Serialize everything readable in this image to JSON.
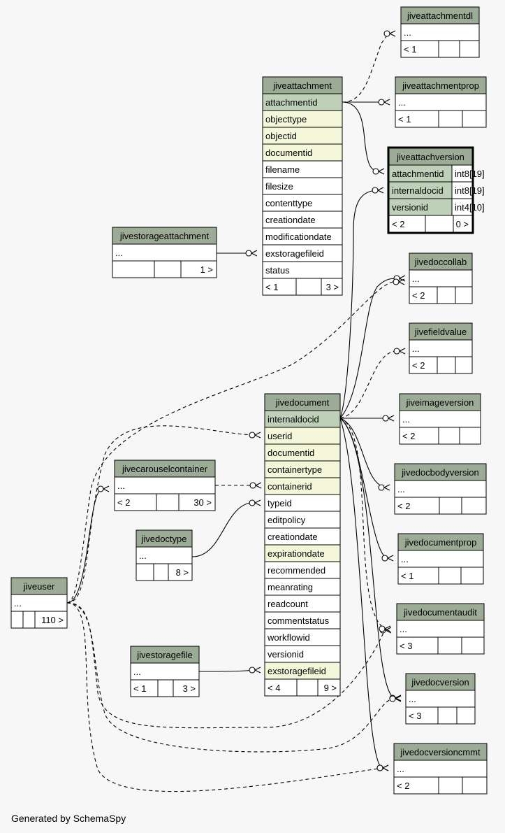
{
  "colors": {
    "background": "#f7f7f7",
    "header": "#9bab96",
    "key": "#bed1b8",
    "foreign": "#f4f7da",
    "plain": "#ffffff",
    "border": "#000000"
  },
  "focus_table": "jiveattachversion",
  "tables": [
    {
      "id": "jiveattachmentdl",
      "name": "jiveattachmentdl",
      "rows": [
        {
          "name": "...",
          "type": "plain"
        }
      ],
      "footer": [
        "< 1",
        "",
        ""
      ]
    },
    {
      "id": "jiveattachmentprop",
      "name": "jiveattachmentprop",
      "rows": [
        {
          "name": "...",
          "type": "plain"
        }
      ],
      "footer": [
        "< 1",
        "",
        ""
      ]
    },
    {
      "id": "jiveattachment",
      "name": "jiveattachment",
      "rows": [
        {
          "name": "attachmentid",
          "type": "key"
        },
        {
          "name": "objecttype",
          "type": "foreign"
        },
        {
          "name": "objectid",
          "type": "foreign"
        },
        {
          "name": "documentid",
          "type": "foreign"
        },
        {
          "name": "filename",
          "type": "plain"
        },
        {
          "name": "filesize",
          "type": "plain"
        },
        {
          "name": "contenttype",
          "type": "plain"
        },
        {
          "name": "creationdate",
          "type": "plain"
        },
        {
          "name": "modificationdate",
          "type": "plain"
        },
        {
          "name": "exstoragefileid",
          "type": "plain"
        },
        {
          "name": "status",
          "type": "plain"
        }
      ],
      "footer": [
        "< 1",
        "",
        "3 >"
      ]
    },
    {
      "id": "jiveattachversion",
      "name": "jiveattachversion",
      "rows": [
        {
          "name": "attachmentid",
          "type": "key",
          "datatype": "int8[19]"
        },
        {
          "name": "internaldocid",
          "type": "key",
          "datatype": "int8[19]"
        },
        {
          "name": "versionid",
          "type": "key",
          "datatype": "int4[10]"
        }
      ],
      "footer": [
        "< 2",
        "",
        "0 >"
      ]
    },
    {
      "id": "jivestorageattachment",
      "name": "jivestorageattachment",
      "rows": [
        {
          "name": "...",
          "type": "plain"
        }
      ],
      "footer": [
        "",
        "",
        "1 >"
      ]
    },
    {
      "id": "jivedoccollab",
      "name": "jivedoccollab",
      "rows": [
        {
          "name": "...",
          "type": "plain"
        }
      ],
      "footer": [
        "< 2",
        "",
        ""
      ]
    },
    {
      "id": "jivefieldvalue",
      "name": "jivefieldvalue",
      "rows": [
        {
          "name": "...",
          "type": "plain"
        }
      ],
      "footer": [
        "< 2",
        "",
        ""
      ]
    },
    {
      "id": "jivedocument",
      "name": "jivedocument",
      "rows": [
        {
          "name": "internaldocid",
          "type": "key"
        },
        {
          "name": "userid",
          "type": "foreign"
        },
        {
          "name": "documentid",
          "type": "foreign"
        },
        {
          "name": "containertype",
          "type": "foreign"
        },
        {
          "name": "containerid",
          "type": "foreign"
        },
        {
          "name": "typeid",
          "type": "plain"
        },
        {
          "name": "editpolicy",
          "type": "plain"
        },
        {
          "name": "creationdate",
          "type": "plain"
        },
        {
          "name": "expirationdate",
          "type": "foreign"
        },
        {
          "name": "recommended",
          "type": "plain"
        },
        {
          "name": "meanrating",
          "type": "plain"
        },
        {
          "name": "readcount",
          "type": "plain"
        },
        {
          "name": "commentstatus",
          "type": "plain"
        },
        {
          "name": "workflowid",
          "type": "plain"
        },
        {
          "name": "versionid",
          "type": "plain"
        },
        {
          "name": "exstoragefileid",
          "type": "foreign"
        }
      ],
      "footer": [
        "< 4",
        "",
        "9 >"
      ]
    },
    {
      "id": "jiveimageversion",
      "name": "jiveimageversion",
      "rows": [
        {
          "name": "...",
          "type": "plain"
        }
      ],
      "footer": [
        "< 2",
        "",
        ""
      ]
    },
    {
      "id": "jivecarouselcontainer",
      "name": "jivecarouselcontainer",
      "rows": [
        {
          "name": "...",
          "type": "plain"
        }
      ],
      "footer": [
        "< 2",
        "",
        "30 >"
      ]
    },
    {
      "id": "jivedocbodyversion",
      "name": "jivedocbodyversion",
      "rows": [
        {
          "name": "...",
          "type": "plain"
        }
      ],
      "footer": [
        "< 2",
        "",
        ""
      ]
    },
    {
      "id": "jivedoctype",
      "name": "jivedoctype",
      "rows": [
        {
          "name": "...",
          "type": "plain"
        }
      ],
      "footer": [
        "",
        "",
        "8 >"
      ]
    },
    {
      "id": "jivedocumentprop",
      "name": "jivedocumentprop",
      "rows": [
        {
          "name": "...",
          "type": "plain"
        }
      ],
      "footer": [
        "< 1",
        "",
        ""
      ]
    },
    {
      "id": "jiveuser",
      "name": "jiveuser",
      "rows": [
        {
          "name": "...",
          "type": "plain"
        }
      ],
      "footer": [
        "",
        "",
        "110 >"
      ]
    },
    {
      "id": "jivedocumentaudit",
      "name": "jivedocumentaudit",
      "rows": [
        {
          "name": "...",
          "type": "plain"
        }
      ],
      "footer": [
        "< 3",
        "",
        ""
      ]
    },
    {
      "id": "jivestoragefile",
      "name": "jivestoragefile",
      "rows": [
        {
          "name": "...",
          "type": "plain"
        }
      ],
      "footer": [
        "< 1",
        "",
        "3 >"
      ]
    },
    {
      "id": "jivedocversion",
      "name": "jivedocversion",
      "rows": [
        {
          "name": "...",
          "type": "plain"
        }
      ],
      "footer": [
        "< 3",
        "",
        ""
      ]
    },
    {
      "id": "jivedocversioncmmt",
      "name": "jivedocversioncmmt",
      "rows": [
        {
          "name": "...",
          "type": "plain"
        }
      ],
      "footer": [
        "< 2",
        "",
        ""
      ]
    }
  ],
  "relationships": [
    {
      "from": "jiveattachment.attachmentid",
      "to": "jiveattachmentdl",
      "style": "implied"
    },
    {
      "from": "jiveattachment.attachmentid",
      "to": "jiveattachmentprop",
      "style": "real"
    },
    {
      "from": "jiveattachment.attachmentid",
      "to": "jiveattachversion.attachmentid",
      "style": "real"
    },
    {
      "from": "jivedocument.internaldocid",
      "to": "jiveattachversion.internaldocid",
      "style": "real"
    },
    {
      "from": "jivestorageattachment",
      "to": "jiveattachment.exstoragefileid",
      "style": "real"
    },
    {
      "from": "jivedocument.internaldocid",
      "to": "jivedoccollab",
      "style": "real"
    },
    {
      "from": "jiveuser",
      "to": "jivedoccollab",
      "style": "implied"
    },
    {
      "from": "jivedocument.internaldocid",
      "to": "jivefieldvalue",
      "style": "implied"
    },
    {
      "from": "jivedocument.internaldocid",
      "to": "jiveimageversion",
      "style": "real"
    },
    {
      "from": "jivedocument.internaldocid",
      "to": "jivedocbodyversion",
      "style": "real"
    },
    {
      "from": "jivedocument.internaldocid",
      "to": "jivedocumentprop",
      "style": "real"
    },
    {
      "from": "jivedocument.internaldocid",
      "to": "jivedocumentaudit",
      "style": "implied"
    },
    {
      "from": "jivedocument.internaldocid",
      "to": "jivedocversion",
      "style": "real"
    },
    {
      "from": "jivedocument.internaldocid",
      "to": "jivedocversioncmmt",
      "style": "real"
    },
    {
      "from": "jiveuser",
      "to": "jivedocument.userid",
      "style": "implied"
    },
    {
      "from": "jiveuser",
      "to": "jivecarouselcontainer",
      "style": "real"
    },
    {
      "from": "jivecarouselcontainer",
      "to": "jivedocument.containerid",
      "style": "implied"
    },
    {
      "from": "jivedoctype",
      "to": "jivedocument.typeid",
      "style": "real"
    },
    {
      "from": "jivestoragefile",
      "to": "jivedocument.exstoragefileid",
      "style": "real"
    },
    {
      "from": "jiveuser",
      "to": "jivedocumentaudit",
      "style": "implied"
    },
    {
      "from": "jiveuser",
      "to": "jivedocversion",
      "style": "implied"
    },
    {
      "from": "jiveuser",
      "to": "jivedocversioncmmt",
      "style": "implied"
    }
  ],
  "footer_text": "Generated by SchemaSpy"
}
